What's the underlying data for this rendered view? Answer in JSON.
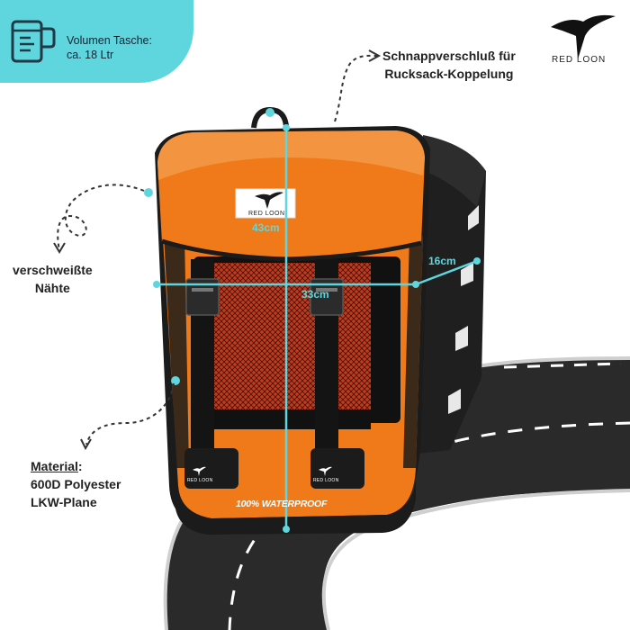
{
  "volume": {
    "label_line1": "Volumen Tasche:",
    "label_line2": "ca. 18 Ltr",
    "icon": "measuring-jug-icon"
  },
  "brand": {
    "name": "RED LOON",
    "icon": "loon-bird-icon"
  },
  "callouts": {
    "snap_line1": "Schnappverschluß für",
    "snap_line2": "Rucksack-Koppelung",
    "seams_line1": "verschweißte",
    "seams_line2": "Nähte",
    "material_title": "Material",
    "material_suffix": ":",
    "material_line2": "600D Polyester",
    "material_line3": "LKW-Plane"
  },
  "dimensions": {
    "height": "43cm",
    "width": "33cm",
    "depth": "16cm"
  },
  "bag": {
    "flap_logo": "RED LOON",
    "strap_logo_left": "RED LOON",
    "strap_logo_right": "RED LOON",
    "waterproof_text": "100% WATERPROOF"
  },
  "colors": {
    "accent": "#5fd6de",
    "bag_orange": "#f07a1a",
    "bag_black": "#1b1b1b",
    "road": "#2a2a2a"
  }
}
